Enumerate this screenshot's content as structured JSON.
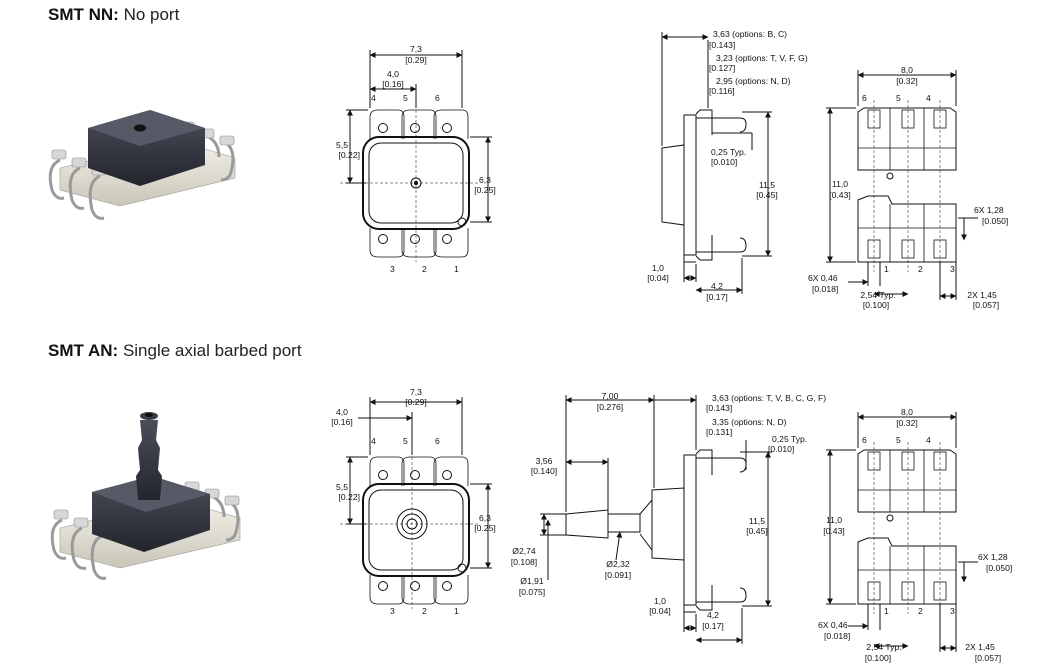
{
  "sections": [
    {
      "code": "SMT NN:",
      "desc": "No port"
    },
    {
      "code": "SMT AN:",
      "desc": "Single axial barbed port"
    }
  ],
  "dims": {
    "nn_top": {
      "w_total": "7,3",
      "w_total_in": "[0.29]",
      "w_pin": "4,0",
      "w_pin_in": "[0.16]",
      "h_left": "5,5",
      "h_left_in": "[0.22]",
      "h_right": "6,3",
      "h_right_in": "[0.25]"
    },
    "nn_side": {
      "a": "3,63 (options: B, C)",
      "a_in": "[0.143]",
      "b": "3,23 (options: T, V, F, G)",
      "b_in": "[0.127]",
      "c": "2,95 (options: N, D)",
      "c_in": "[0.116]",
      "typ": "0,25 Typ.",
      "typ_in": "[0.010]",
      "h": "11,5",
      "h_in": "[0.45]",
      "foot": "1,0",
      "foot_in": "[0.04]",
      "w": "4,2",
      "w_in": "[0.17]"
    },
    "bottom": {
      "w": "8,0",
      "w_in": "[0.32]",
      "h": "11,0",
      "h_in": "[0.43]",
      "pad_w": "6X 1,28",
      "pad_w_in": "[0.050]",
      "pin_w": "6X 0,46",
      "pin_w_in": "[0.018]",
      "pitch": "2,54 Typ.",
      "pitch_in": "[0.100]",
      "edge": "2X 1,45",
      "edge_in": "[0.057]"
    },
    "an_top": {
      "w_total": "7,3",
      "w_total_in": "[0.29]",
      "w_pin": "4,0",
      "w_pin_in": "[0.16]",
      "h_left": "5,5",
      "h_left_in": "[0.22]",
      "h_right": "6,3",
      "h_right_in": "[0.25]"
    },
    "an_side": {
      "len": "7,00",
      "len_in": "[0.276]",
      "a": "3,63 (options: T, V, B, C, G, F)",
      "a_in": "[0.143]",
      "c": "3,35 (options: N, D)",
      "c_in": "[0.131]",
      "typ": "0,25 Typ.",
      "typ_in": "[0.010]",
      "barb": "3,56",
      "barb_in": "[0.140]",
      "h": "11,5",
      "h_in": "[0.45]",
      "d1": "Ø2,74",
      "d1_in": "[0.108]",
      "d2": "Ø2,32",
      "d2_in": "[0.091]",
      "d3": "Ø1,91",
      "d3_in": "[0.075]",
      "foot": "1,0",
      "foot_in": "[0.04]",
      "w": "4,2",
      "w_in": "[0.17]"
    }
  },
  "pins": [
    "1",
    "2",
    "3",
    "4",
    "5",
    "6"
  ]
}
